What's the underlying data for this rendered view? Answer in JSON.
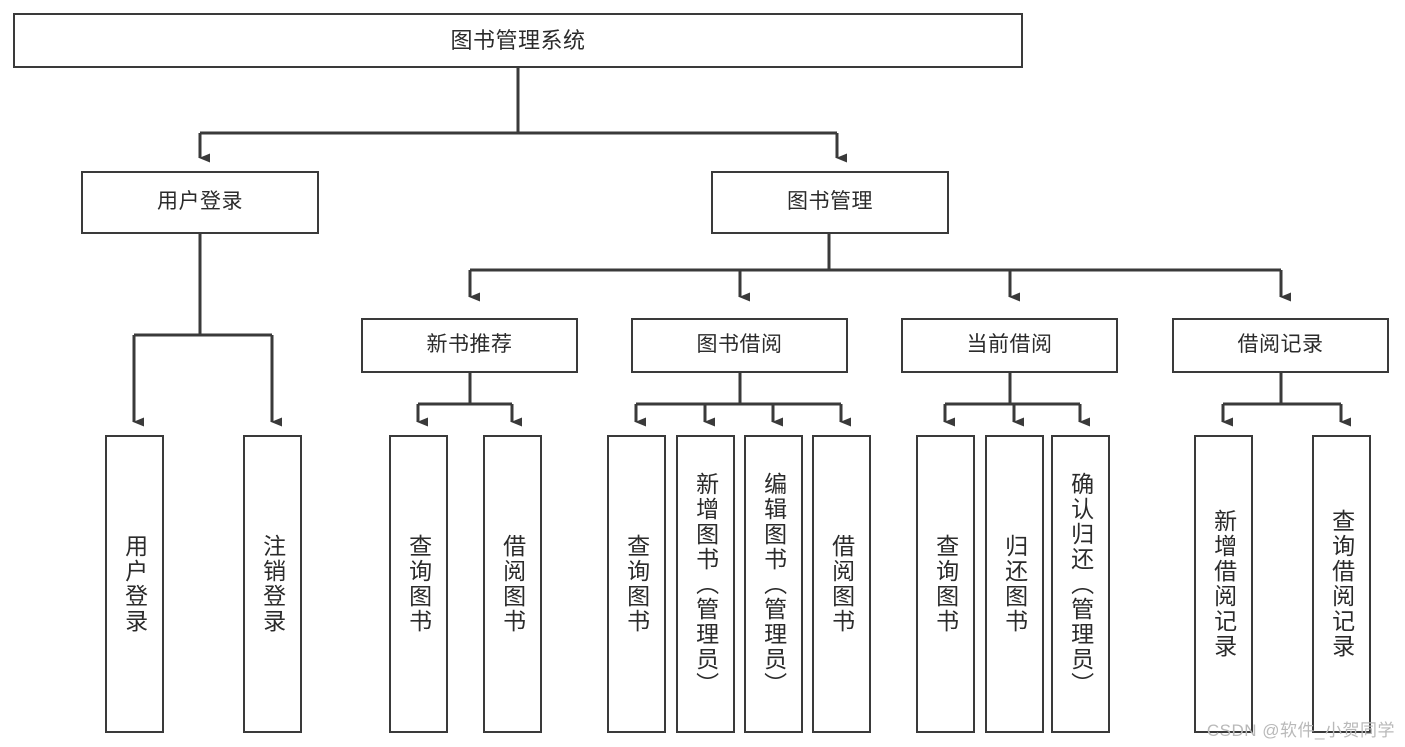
{
  "diagram": {
    "type": "tree-hierarchy-chart",
    "title": "图书管理系统",
    "line_color": "#3a3a3a",
    "text_color": "#2b2b2b",
    "background": "#ffffff",
    "levels": {
      "root": {
        "label": "图书管理系统"
      },
      "level2": [
        {
          "id": "user-login",
          "label": "用户登录"
        },
        {
          "id": "book-management",
          "label": "图书管理"
        }
      ],
      "level3": [
        {
          "id": "new-book-recommend",
          "label": "新书推荐"
        },
        {
          "id": "book-borrow",
          "label": "图书借阅"
        },
        {
          "id": "current-borrow",
          "label": "当前借阅"
        },
        {
          "id": "borrow-record",
          "label": "借阅记录"
        }
      ],
      "leaves": {
        "user_login": [
          {
            "id": "leaf-user-login",
            "label": "用户登录"
          },
          {
            "id": "leaf-logout-login",
            "label": "注销登录"
          }
        ],
        "new_book_recommend": [
          {
            "id": "leaf-query-book-1",
            "label": "查询图书"
          },
          {
            "id": "leaf-borrow-book-1",
            "label": "借阅图书"
          }
        ],
        "book_borrow": [
          {
            "id": "leaf-query-book-2",
            "label": "查询图书"
          },
          {
            "id": "leaf-add-book",
            "label": "新增图书（管理员）"
          },
          {
            "id": "leaf-edit-book",
            "label": "编辑图书（管理员）"
          },
          {
            "id": "leaf-borrow-book-2",
            "label": "借阅图书"
          }
        ],
        "current_borrow": [
          {
            "id": "leaf-query-book-3",
            "label": "查询图书"
          },
          {
            "id": "leaf-return-book",
            "label": "归还图书"
          },
          {
            "id": "leaf-confirm-return",
            "label": "确认归还（管理员）"
          }
        ],
        "borrow_record": [
          {
            "id": "leaf-add-record",
            "label": "新增借阅记录"
          },
          {
            "id": "leaf-query-record",
            "label": "查询借阅记录"
          }
        ]
      }
    }
  },
  "watermark": {
    "text": "CSDN @软件_小贺同学"
  }
}
